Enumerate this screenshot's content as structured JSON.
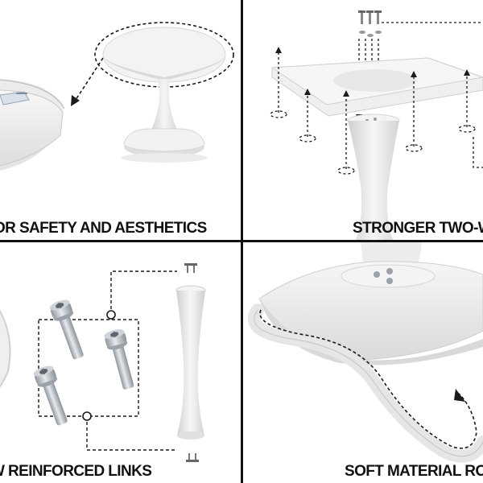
{
  "panels": [
    {
      "caption": "OR SAFETY AND AESTHETICS"
    },
    {
      "caption": "STRONGER TWO-WA"
    },
    {
      "caption": "W REINFORCED LINKS"
    },
    {
      "caption": "SOFT MATERIAL ROU"
    }
  ],
  "colors": {
    "divider": "#111111",
    "caption": "#111111",
    "product_white": "#f1f1f1",
    "shadow_gray": "#d4d4d4",
    "dash_line": "#1a1a1a",
    "metal": "#b9bec3"
  },
  "icons": [
    "arrow-icon",
    "screw-icon",
    "bolt-icon"
  ]
}
